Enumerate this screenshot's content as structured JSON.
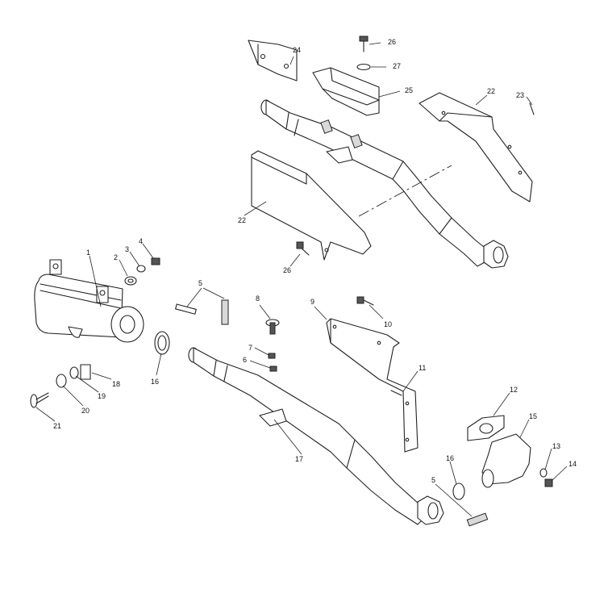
{
  "diagram": {
    "callouts": {
      "c1": "1",
      "c2": "2",
      "c3": "3",
      "c4": "4",
      "c5a": "5",
      "c5b": "5",
      "c6": "6",
      "c7": "7",
      "c8": "8",
      "c9": "9",
      "c10": "10",
      "c11": "11",
      "c12": "12",
      "c13": "13",
      "c14": "14",
      "c15": "15",
      "c16a": "16",
      "c16b": "16",
      "c17": "17",
      "c18": "18",
      "c19": "19",
      "c20": "20",
      "c21": "21",
      "c22a": "22",
      "c22b": "22",
      "c23": "23",
      "c24": "24",
      "c25": "25",
      "c26a": "26",
      "c26b": "26",
      "c27": "27"
    }
  }
}
